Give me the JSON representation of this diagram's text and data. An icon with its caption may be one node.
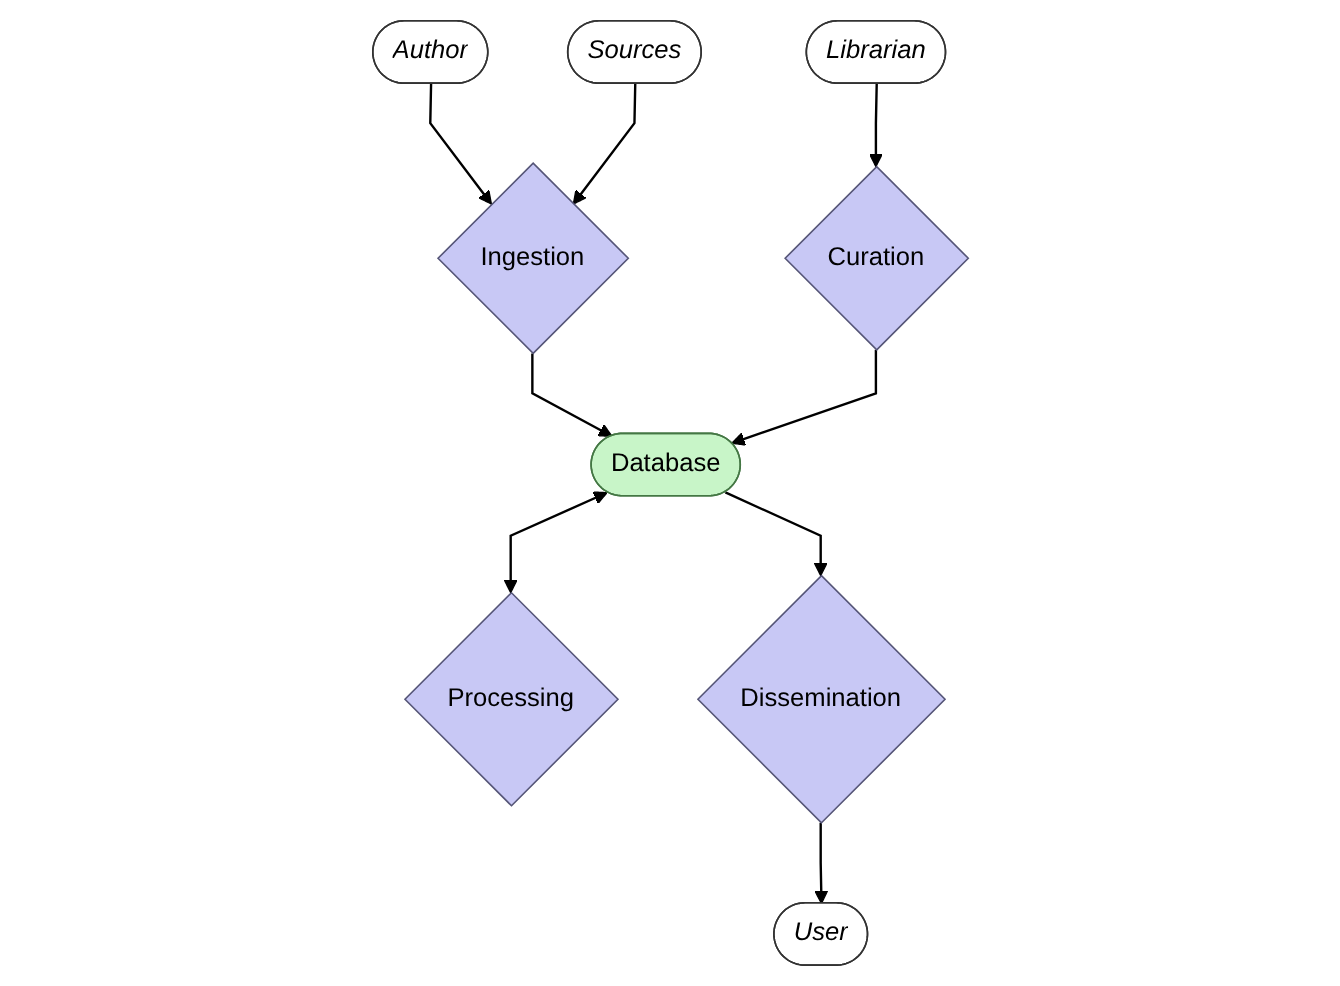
{
  "diagram": {
    "nodes": [
      {
        "text": [
          "Author"
        ]
      },
      {
        "text": [
          "Sources"
        ]
      },
      {
        "text": [
          "Ingestion"
        ]
      },
      {
        "text": [
          "Librarian"
        ]
      },
      {
        "text": [
          "Processing"
        ]
      },
      {
        "text": [
          "Database"
        ]
      },
      {
        "text": [
          "Curation"
        ]
      },
      {
        "text": [
          "Dissemination"
        ]
      },
      {
        "text": [
          "User"
        ]
      }
    ],
    "edges": [
      {
        "from": 0,
        "to": 2,
        "arrow": "to"
      },
      {
        "from": 1,
        "to": 2,
        "arrow": "to"
      },
      {
        "from": 2,
        "to": 5,
        "arrow": "to"
      },
      {
        "from": 3,
        "to": 6,
        "arrow": "to"
      },
      {
        "from": 5,
        "to": 4,
        "arrow": "both"
      },
      {
        "from": 6,
        "to": 5,
        "arrow": "to"
      },
      {
        "from": 5,
        "to": 7,
        "arrow": "to"
      },
      {
        "from": 7,
        "to": 8,
        "arrow": "to"
      }
    ]
  }
}
